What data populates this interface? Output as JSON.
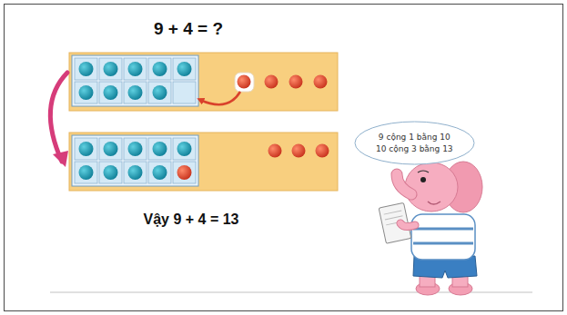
{
  "diagram": {
    "title": "9 + 4 = ?",
    "nodes": [
      {
        "text": [
          "9 cộng 1 bằng 10",
          "10 cộng 3 bằng 13"
        ]
      }
    ],
    "labels": [
      "Vậy 9 + 4 = 13"
    ]
  }
}
